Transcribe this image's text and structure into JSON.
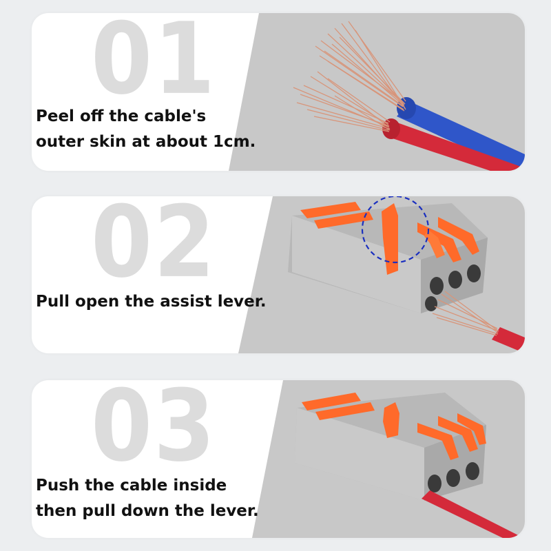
{
  "steps": [
    {
      "number": "01",
      "line1": "Peel off the cable's",
      "line2": "outer skin at about 1cm."
    },
    {
      "number": "02",
      "line1": "Pull open the assist lever.",
      "line2": ""
    },
    {
      "number": "03",
      "line1": "Push the cable inside",
      "line2": "then pull down the lever."
    }
  ],
  "colors": {
    "page_background": "#eceef0",
    "card_background": "#ffffff",
    "number_watermark": "#dcdcdc",
    "caption_text": "#111111",
    "wire_blue": "#2f56c9",
    "wire_red": "#d42a3a",
    "copper": "#d8957a",
    "connector_grey": "#b8b8b8",
    "lever_orange": "#ff6a2a",
    "highlight_circle": "#1a2fbf"
  },
  "icons": [
    "stripped-cable-photo",
    "connector-lever-open-photo",
    "connector-cable-inserted-photo",
    "dashed-highlight-circle"
  ]
}
